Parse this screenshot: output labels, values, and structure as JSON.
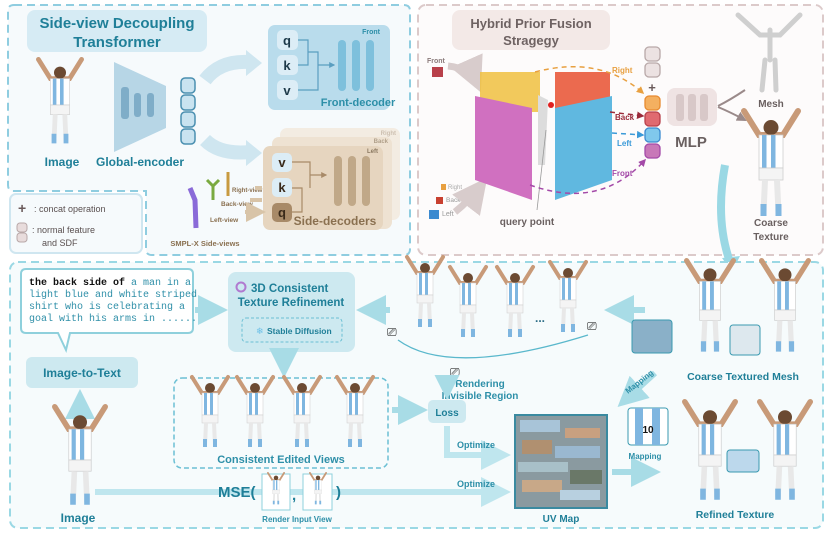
{
  "colors": {
    "teal": "#1f7f98",
    "light_teal": "#cde9f0",
    "beige": "#e8d9c4",
    "rose": "#f3e9e7",
    "right": "#e8a040",
    "back": "#9a2a3a",
    "left": "#3b9ad8",
    "front": "#a44aa8"
  },
  "encoder_panel": {
    "title_line1": "Side-view Decoupling",
    "title_line2": "Transformer",
    "image_label": "Image",
    "encoder_label": "Global-encoder",
    "front_decoder": {
      "view": "Front",
      "q": "q",
      "k": "k",
      "v": "v",
      "label": "Front-decoder"
    },
    "side_decoders": {
      "views": [
        "Right",
        "Back",
        "Left"
      ],
      "v": "v",
      "k": "k",
      "q": "q",
      "label": "Side-decoders"
    },
    "smplx": {
      "right": "Right-view",
      "back": "Back-view",
      "left": "Left-view",
      "label": "SMPL-X Side-views"
    }
  },
  "legend": {
    "concat_symbol": "+",
    "concat": ": concat operation",
    "feature_line1": ": normal feature",
    "feature_line2": "and SDF"
  },
  "fusion_panel": {
    "title_line1": "Hybrid Prior Fusion",
    "title_line2": "Stragegy",
    "front_input": "Front",
    "side_inputs": [
      "Right",
      "Back",
      "Left"
    ],
    "query_point": "query point",
    "arrows": {
      "right": "Right",
      "back": "Back",
      "left": "Left",
      "front": "Front"
    },
    "plus": "+",
    "mlp": "MLP",
    "mesh": "Mesh",
    "coarse_line1": "Coarse",
    "coarse_line2": "Texture"
  },
  "refinement_panel": {
    "caption_dark": "the back side of",
    "caption_lines": [
      " a man in a",
      "light blue and white striped",
      "shirt who is celebrating a",
      "goal with his arms in ......"
    ],
    "image_to_text": "Image-to-Text",
    "refine_line1": "3D Consistent",
    "refine_line2": "Texture Refinement",
    "stable_diffusion": "Stable Diffusion",
    "edited_views": "Consistent Edited Views",
    "image_label": "Image",
    "mse_open": "MSE(",
    "mse_comma": ",",
    "mse_close": ")",
    "render_input_view": "Render Input View",
    "ellipsis": "...",
    "rendering_line1": "Rendering",
    "rendering_line2": "Invisible Region",
    "loss": "Loss",
    "optimize1": "Optimize",
    "optimize2": "Optimize",
    "uv_map": "UV Map",
    "mapping1": "Mapping",
    "mapping2": "Mapping",
    "coarse_mesh": "Coarse Textured Mesh",
    "refined": "Refined Texture",
    "jersey_number": "10"
  }
}
